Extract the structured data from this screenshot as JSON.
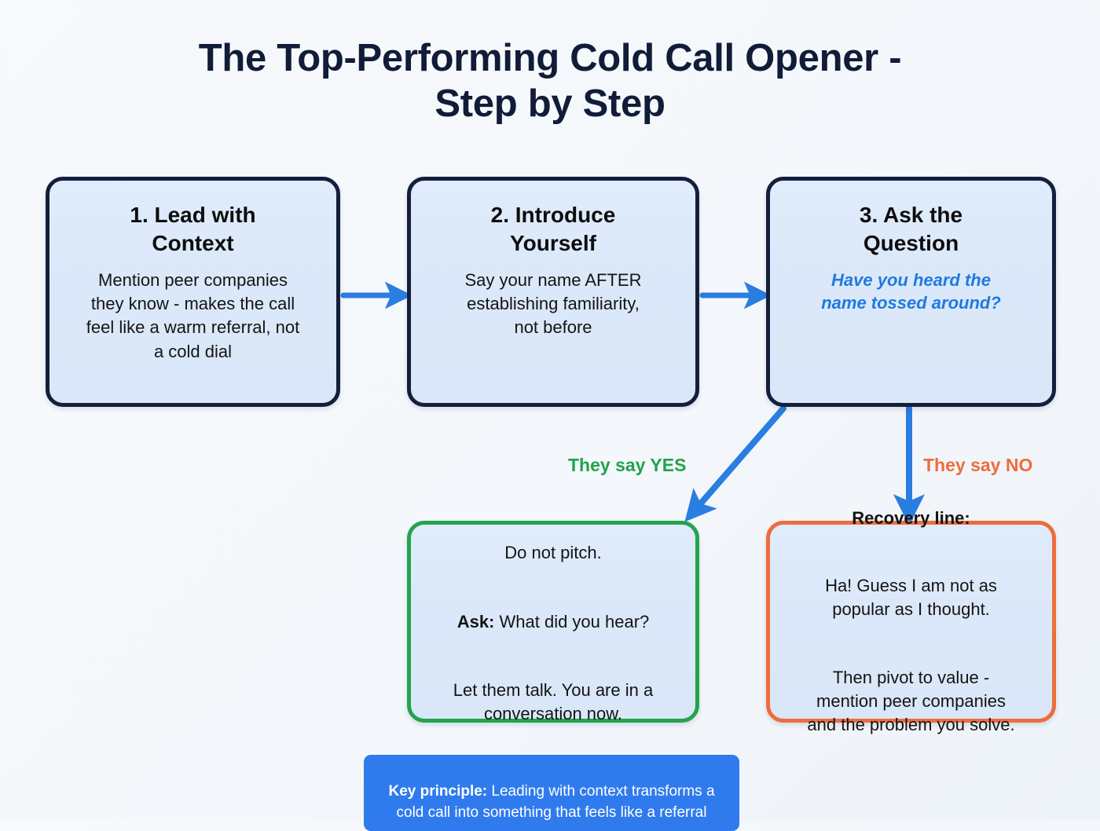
{
  "page": {
    "title": "The Top-Performing Cold Call Opener -\nStep by Step",
    "background_color": "#f6f8fc"
  },
  "colors": {
    "step_border": "#131f3c",
    "step_fill": "#dbe8f9",
    "arrow_blue": "#2a7de1",
    "accent_blue_text": "#1f7ae0",
    "yes_green": "#21a44c",
    "no_orange": "#ef6c3c",
    "banner_blue": "#2f7bee",
    "title_navy": "#101c38"
  },
  "steps": [
    {
      "id": "step-1",
      "title": "1. Lead with\nContext",
      "body": "Mention peer companies\nthey know - makes the call\nfeel like a warm referral, not\na cold dial",
      "emphasis": false
    },
    {
      "id": "step-2",
      "title": "2. Introduce\nYourself",
      "body": "Say your name AFTER\nestablishing familiarity,\nnot before",
      "emphasis": false
    },
    {
      "id": "step-3",
      "title": "3. Ask the\nQuestion",
      "body": "Have you heard the\nname tossed around?",
      "emphasis": true
    }
  ],
  "branches": {
    "yes_label": "They say YES",
    "no_label": "They say NO"
  },
  "outcomes": {
    "yes": {
      "id": "outcome-yes",
      "border_color": "#21a44c",
      "lines": [
        {
          "lead": "",
          "text": "Do not pitch."
        },
        {
          "lead": "Ask:",
          "text": " What did you hear?"
        },
        {
          "lead": "",
          "text": "Let them talk. You are in a\nconversation now."
        }
      ]
    },
    "no": {
      "id": "outcome-no",
      "border_color": "#ef6c3c",
      "heading": "Recovery line:",
      "lines": [
        {
          "lead": "",
          "text": "Ha! Guess I am not as\npopular as I thought."
        },
        {
          "lead": "",
          "text": "Then pivot to value -\nmention peer companies\nand the problem you solve."
        }
      ]
    }
  },
  "footer": {
    "lead": "Key principle:",
    "text": " Leading with context transforms a\ncold call into something that feels like a referral"
  },
  "arrows": [
    {
      "name": "arrow-step1-to-step2",
      "type": "horizontal"
    },
    {
      "name": "arrow-step2-to-step3",
      "type": "horizontal"
    },
    {
      "name": "arrow-step3-to-yes",
      "type": "diagonal"
    },
    {
      "name": "arrow-step3-to-no",
      "type": "vertical"
    }
  ]
}
